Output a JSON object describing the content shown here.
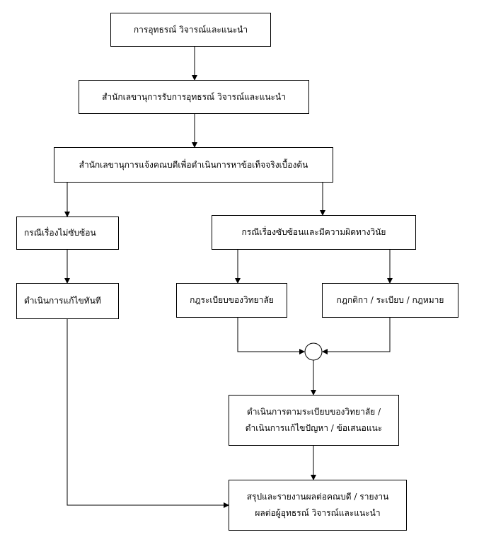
{
  "nodes": {
    "n1": "การอุทธรณ์ วิจารณ์และแนะนำ",
    "n2": "สำนักเลขานุการรับการอุทธรณ์ วิจารณ์และแนะนำ",
    "n3": "สำนักเลขานุการแจ้งคณบดีเพื่อดำเนินการหาข้อเท็จจริงเบื้องต้น",
    "n4": "กรณีเรื่องไม่ซับซ้อน",
    "n5": "กรณีเรื่องซับซ้อนและมีความผิดทางวินัย",
    "n6": "ดำเนินการแก้ไขทันที",
    "n7": "กฎระเบียบของวิทยาลัย",
    "n8": "กฎกติกา / ระเบียบ / กฎหมาย",
    "n9_line1": "ดำเนินการตามระเบียบของวิทยาลัย /",
    "n9_line2": "ดำเนินการแก้ไขปัญหา / ข้อเสนอแนะ",
    "n10_line1": "สรุปและรายงานผลต่อคณบดี / รายงาน",
    "n10_line2": "ผลต่อผู้อุทธรณ์ วิจารณ์และแนะนำ"
  }
}
